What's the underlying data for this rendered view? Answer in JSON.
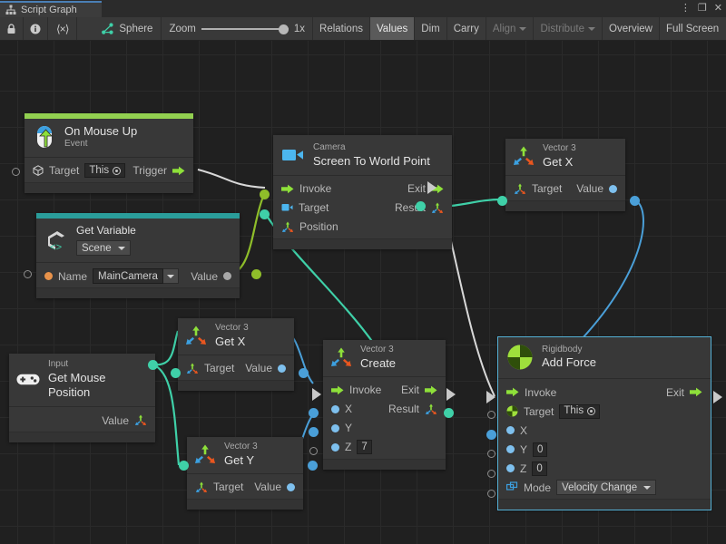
{
  "window": {
    "tab_label": "Script Graph",
    "tab_icon": "script-graph-icon",
    "controls": {
      "menu": "⋮",
      "maximize": "❐",
      "close": "✕"
    }
  },
  "toolbar": {
    "lock_icon": "lock-icon",
    "info_icon": "info-icon",
    "code_icon": "code-brackets-icon",
    "object_icon": "script-graph-icon",
    "object_name": "Sphere",
    "zoom_label": "Zoom",
    "zoom_value": "1x",
    "buttons": [
      {
        "label": "Relations",
        "active": false,
        "dim": false
      },
      {
        "label": "Values",
        "active": true,
        "dim": false
      },
      {
        "label": "Dim",
        "active": false,
        "dim": false
      },
      {
        "label": "Carry",
        "active": false,
        "dim": false
      },
      {
        "label": "Align",
        "active": false,
        "dim": true,
        "caret": true
      },
      {
        "label": "Distribute",
        "active": false,
        "dim": true,
        "caret": true
      },
      {
        "label": "Overview",
        "active": false,
        "dim": false
      },
      {
        "label": "Full Screen",
        "active": false,
        "dim": false
      }
    ]
  },
  "nodes": {
    "on_mouse_up": {
      "category": "On Mouse Up",
      "title": "Event",
      "icon": "mouse-up-icon",
      "accent_color": "#92d050",
      "target_label": "Target",
      "target_value": "This",
      "trigger_label": "Trigger"
    },
    "get_variable": {
      "category": "Get Variable",
      "icon": "unity-variable-icon",
      "accent_color": "#2a9d9a",
      "scope": "Scene",
      "name_label": "Name",
      "name_value": "MainCamera",
      "value_label": "Value"
    },
    "camera_stwp": {
      "category": "Camera",
      "title": "Screen To World Point",
      "icon": "camera-icon",
      "invoke_label": "Invoke",
      "target_label": "Target",
      "position_label": "Position",
      "exit_label": "Exit",
      "result_label": "Result"
    },
    "vector3_getx_top": {
      "category": "Vector 3",
      "title": "Get X",
      "icon": "vector3-icon",
      "target_label": "Target",
      "value_label": "Value"
    },
    "vector3_getx_mid": {
      "category": "Vector 3",
      "title": "Get X",
      "icon": "vector3-icon",
      "target_label": "Target",
      "value_label": "Value"
    },
    "vector3_gety": {
      "category": "Vector 3",
      "title": "Get Y",
      "icon": "vector3-icon",
      "target_label": "Target",
      "value_label": "Value"
    },
    "vector3_create": {
      "category": "Vector 3",
      "title": "Create",
      "icon": "vector3-icon",
      "invoke_label": "Invoke",
      "x_label": "X",
      "y_label": "Y",
      "z_label": "Z",
      "z_value": "7",
      "exit_label": "Exit",
      "result_label": "Result"
    },
    "input_mouse": {
      "category": "Input",
      "title": "Get Mouse Position",
      "icon": "gamepad-icon",
      "value_label": "Value"
    },
    "rigidbody_addforce": {
      "category": "Rigidbody",
      "title": "Add Force",
      "icon": "rigidbody-icon",
      "selected": true,
      "invoke_label": "Invoke",
      "exit_label": "Exit",
      "target_label": "Target",
      "target_value": "This",
      "x_label": "X",
      "y_label": "Y",
      "y_value": "0",
      "z_label": "Z",
      "z_value": "0",
      "mode_label": "Mode",
      "mode_value": "Velocity Change",
      "mode_icon": "enum-icon"
    }
  },
  "colors": {
    "flow_wire": "#d8d8d8",
    "green_wire": "#8fbe2a",
    "teal_wire": "#3fd0a8",
    "blue_wire": "#4a9fd8",
    "accent_green": "#92d050",
    "accent_teal": "#2a9d9a",
    "port_blue": "#7ec0ee",
    "canvas_bg": "#202020"
  }
}
